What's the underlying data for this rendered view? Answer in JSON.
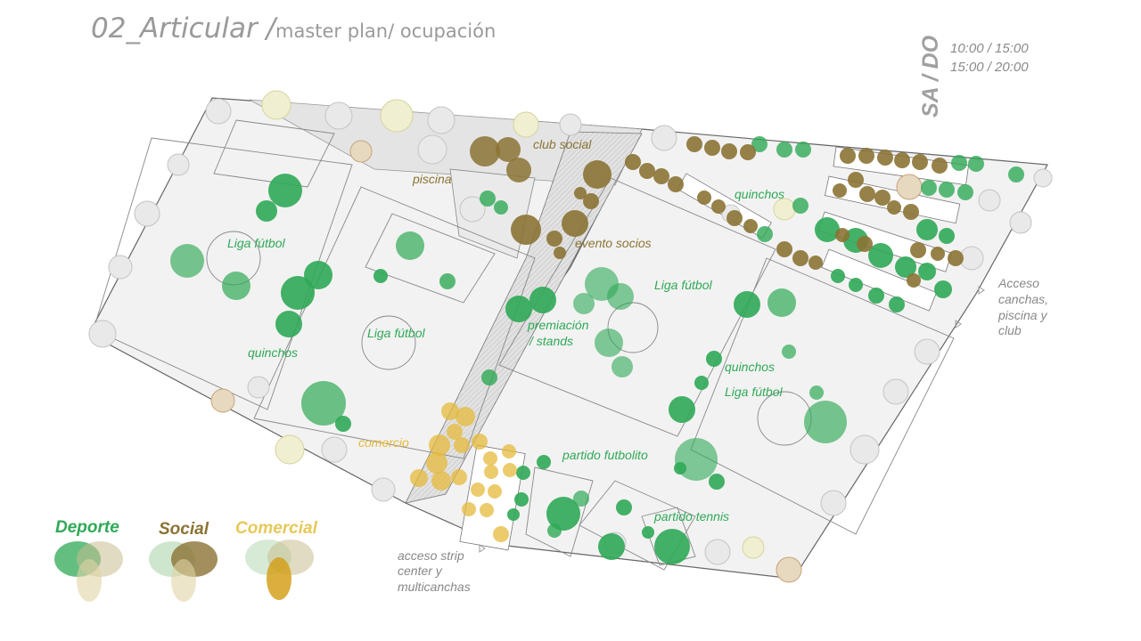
{
  "header": {
    "title_main": "02_Articular /",
    "title_sub": "master plan/ ocupación",
    "days": "SA / DO",
    "time_1": "10:00 / 15:00",
    "time_2": "15:00 / 20:00"
  },
  "labels": {
    "club_social": "club social",
    "piscina": "piscina",
    "evento_socios": "evento socios",
    "quinchos_top": "quinchos",
    "liga_futbol_1": "Liga fútbol",
    "liga_futbol_2": "Liga fútbol",
    "liga_futbol_3": "Liga fútbol",
    "liga_futbol_4": "Liga fútbol",
    "quinchos_left": "quinchos",
    "quinchos_right": "quinchos",
    "premiacion_1": "premiación",
    "premiacion_2": "/ stands",
    "comercio": "comercio",
    "partido_futbolito": "partido futbolito",
    "partido_tennis": "partido tennis",
    "acceso_club_1": "Acceso",
    "acceso_club_2": "canchas,",
    "acceso_club_3": "piscina y",
    "acceso_club_4": "club",
    "acceso_strip_1": "acceso strip",
    "acceso_strip_2": "center y",
    "acceso_strip_3": "multicanchas"
  },
  "legend": {
    "deporte": "Deporte",
    "social": "Social",
    "comercial": "Comercial"
  },
  "colors": {
    "deporte": "#2fa956",
    "social": "#8b7334",
    "comercial": "#e6b93c",
    "text_gray": "#9a9a9a",
    "field": "#f1f1f1"
  }
}
